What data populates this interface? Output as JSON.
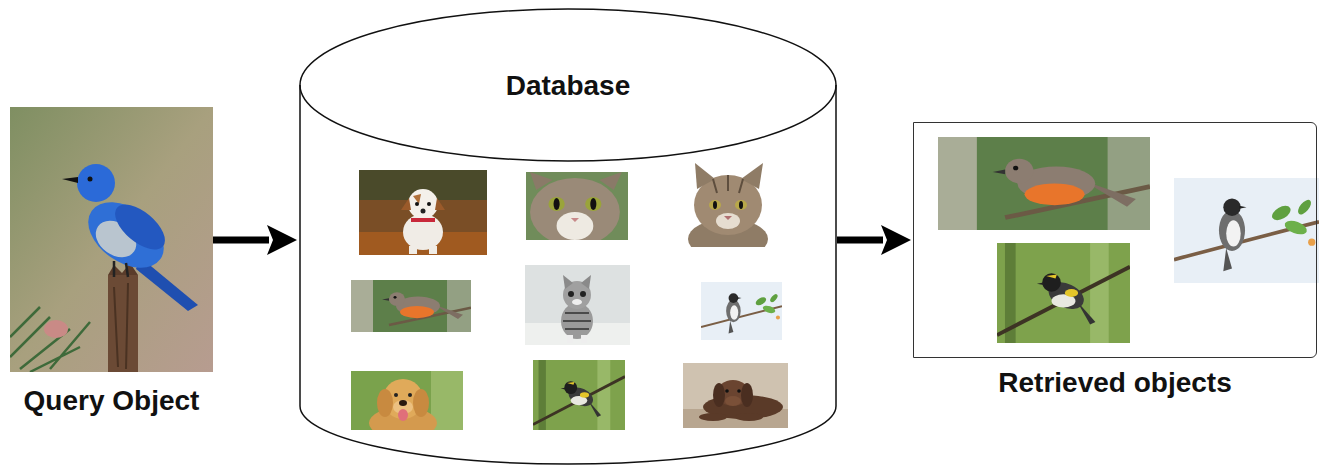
{
  "diagram": {
    "nodes": [
      {
        "text": [
          "Query Object"
        ]
      },
      {
        "text": [
          "Database"
        ]
      },
      {
        "text": [
          "Retrieved objects"
        ]
      }
    ],
    "edges": [
      {
        "from": 0,
        "to": 1,
        "arrow": "to"
      },
      {
        "from": 1,
        "to": 2,
        "arrow": "to"
      }
    ]
  }
}
